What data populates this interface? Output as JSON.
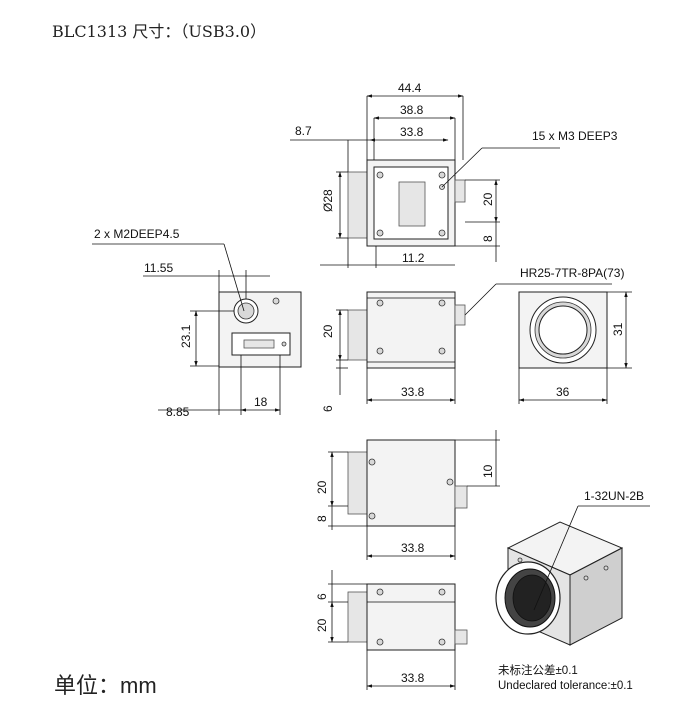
{
  "header": {
    "title": "BLC1313 尺寸：（USB3.0）"
  },
  "footer": {
    "unit_label": "单位：mm",
    "tolerance_cn": "未标注公差±0.1",
    "tolerance_en": "Undeclared tolerance:±0.1"
  },
  "dimensions": {
    "top_view": {
      "w44": "44.4",
      "w38": "38.8",
      "w33": "33.8",
      "off8": "8.7",
      "dia28": "Ø28",
      "h20": "20",
      "h8": "8",
      "w11": "11.2",
      "callout_m3": "15 x  M3 DEEP3"
    },
    "rear_view": {
      "callout_m2": "2 x  M2DEEP4.5",
      "w1155": "11.55",
      "h231": "23.1",
      "w885": "8.85",
      "w18": "18"
    },
    "side_view": {
      "h20": "20",
      "h6": "6",
      "w338": "33.8",
      "callout_hr": "HR25-7TR-8PA(73)"
    },
    "front_view": {
      "h31": "31",
      "w36": "36"
    },
    "bottom_view": {
      "h20": "20",
      "h8": "8",
      "h10": "10",
      "w338": "33.8"
    },
    "under_view": {
      "h6": "6",
      "h20": "20",
      "w338": "33.8"
    },
    "iso_view": {
      "callout_thread": "1-32UN-2B"
    }
  }
}
